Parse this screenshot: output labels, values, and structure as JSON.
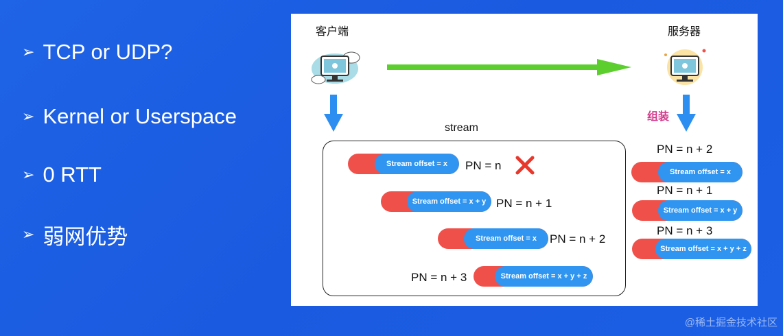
{
  "bullets": [
    {
      "text": "TCP or UDP?"
    },
    {
      "text": "Kernel or Userspace"
    },
    {
      "text": "0 RTT"
    },
    {
      "text": "弱网优势"
    }
  ],
  "diagram": {
    "client_label": "客户端",
    "server_label": "服务器",
    "reassemble_label": "组装",
    "stream_label": "stream",
    "stream_packets": [
      {
        "segment": "Stream offset = x",
        "pn": "PN = n",
        "lost": true
      },
      {
        "segment": "Stream offset = x + y",
        "pn": "PN = n + 1"
      },
      {
        "segment": "Stream offset = x",
        "pn": "PN = n + 2"
      },
      {
        "segment": "Stream offset = x + y + z",
        "pn": "PN = n + 3"
      }
    ],
    "server_packets": [
      {
        "pn": "PN = n + 2",
        "segment": "Stream offset = x"
      },
      {
        "pn": "PN = n + 1",
        "segment": "Stream offset = x + y"
      },
      {
        "pn": "PN = n + 3",
        "segment": "Stream offset = x + y + z"
      }
    ],
    "colors": {
      "lost_packet_segment": "#f0504a",
      "stream_segment": "#2f95f0",
      "transfer_arrow": "#5ccf2e",
      "flow_arrow": "#2b8ef0",
      "lost_mark": "#e8382c"
    }
  },
  "watermark": "@稀土掘金技术社区"
}
